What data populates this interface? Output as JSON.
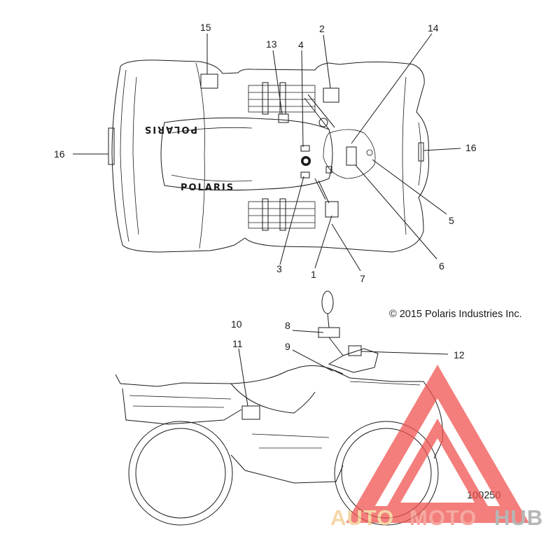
{
  "callouts": {
    "c1": "1",
    "c2": "2",
    "c3": "3",
    "c4": "4",
    "c5": "5",
    "c6": "6",
    "c7": "7",
    "c8": "8",
    "c9": "9",
    "c10": "10",
    "c11": "11",
    "c12": "12",
    "c13": "13",
    "c14": "14",
    "c15": "15",
    "c16_left": "16",
    "c16_right": "16"
  },
  "fender_logo_top": "POLARIS",
  "fender_logo_bottom": "POLARIS",
  "copyright": "© 2015 Polaris Industries Inc.",
  "reference_number": "100250",
  "watermark": {
    "part_auto": "AUTO",
    "part_moto": "MOTO",
    "part_hub": "HUB",
    "color_auto": "#f2c98a",
    "color_moto": "#f28b82",
    "color_hub": "#9e9e9e",
    "triangle_color": "#ef5350"
  }
}
